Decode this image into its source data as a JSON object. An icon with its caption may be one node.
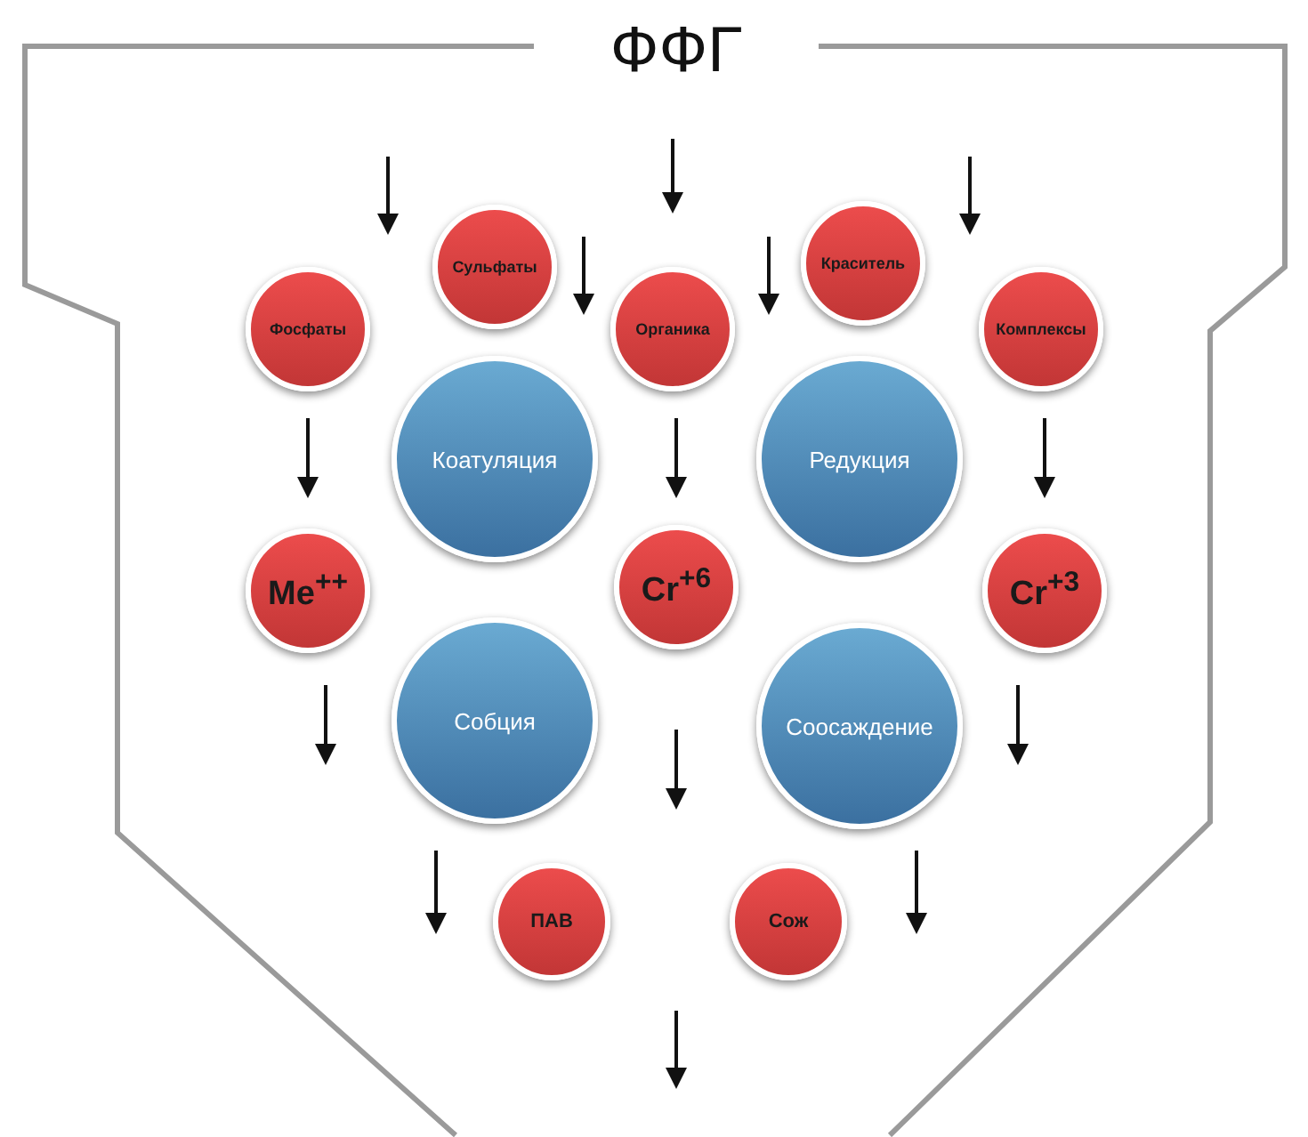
{
  "diagram": {
    "nodes": [
      {
        "text": [
          "ФФГ"
        ]
      },
      {
        "text": [
          "Сульфаты"
        ],
        "in": 0
      },
      {
        "text": [
          "Краситель"
        ],
        "in": 0
      },
      {
        "text": [
          "Фосфаты"
        ],
        "in": 0
      },
      {
        "text": [
          "Органика"
        ],
        "in": 0
      },
      {
        "text": [
          "Комплексы"
        ],
        "in": 0
      },
      {
        "text": [
          "Коатуляция"
        ],
        "in": 0
      },
      {
        "text": [
          "Редукция"
        ],
        "in": 0
      },
      {
        "text": [
          "Me$^{++}$"
        ],
        "in": 0
      },
      {
        "text": [
          "Cr$^{+6}$"
        ],
        "in": 0
      },
      {
        "text": [
          "Cr$^{+3}$"
        ],
        "in": 0
      },
      {
        "text": [
          "Собция"
        ],
        "in": 0
      },
      {
        "text": [
          "Соосаждение"
        ],
        "in": 0
      },
      {
        "text": [
          "ПАВ"
        ],
        "in": 0
      },
      {
        "text": [
          "Сож"
        ],
        "in": 0
      }
    ]
  }
}
